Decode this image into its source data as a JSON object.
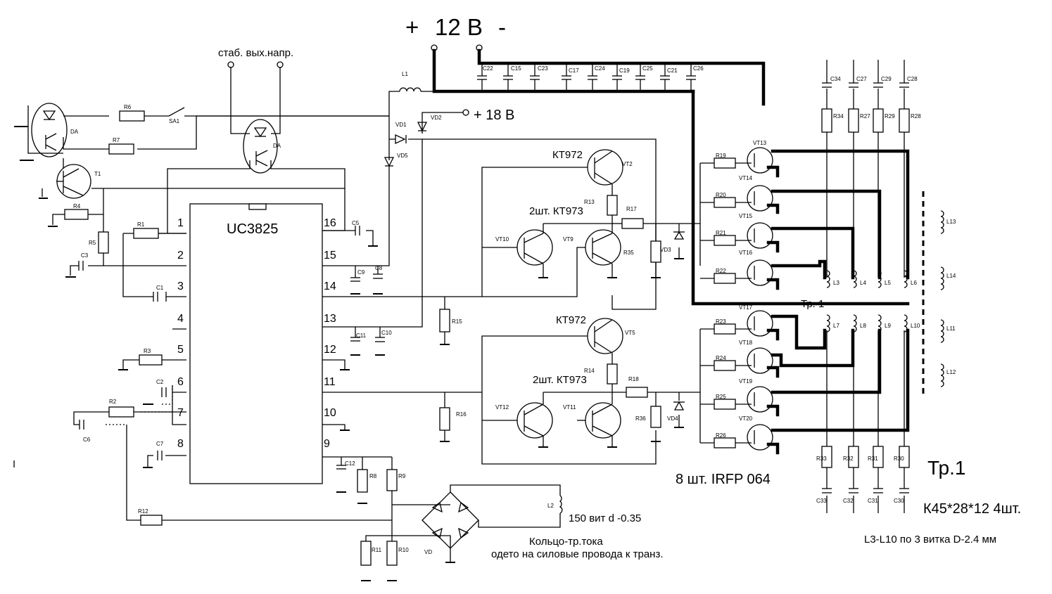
{
  "supply": {
    "plus": "+",
    "volts": "12 В",
    "minus": "-",
    "aux": "+ 18 В"
  },
  "labels": {
    "stab": "стаб. вых.напр.",
    "ic": "UC3825",
    "kt972_top": "КТ972",
    "kt973_top": "2шт. КТ973",
    "kt972_bot": "КТ972",
    "kt973_bot": "2шт. КТ973",
    "mosfets": "8 шт. IRFP 064",
    "tr": "Тр.1",
    "tr_small": "Тр. 1",
    "core": "К45*28*12  4шт.",
    "windings": "L3-L10 по 3 витка D-2.4 мм",
    "l2_turns": "150 вит d -0.35",
    "ct_line1": "Кольцо-тр.тока",
    "ct_line2": "одето на силовые провода к транз."
  },
  "ic_pins": {
    "left": [
      "1",
      "2",
      "3",
      "4",
      "5",
      "6",
      "7",
      "8"
    ],
    "right": [
      "16",
      "15",
      "14",
      "13",
      "12",
      "11",
      "10",
      "9"
    ]
  },
  "refs": {
    "r1": "R1",
    "r2": "R2",
    "r3": "R3",
    "r4": "R4",
    "r5": "R5",
    "r6": "R6",
    "r7": "R7",
    "r8": "R8",
    "r9": "R9",
    "r10": "R10",
    "r11": "R11",
    "r12": "R12",
    "r13": "R13",
    "r14": "R14",
    "r15": "R15",
    "r16": "R16",
    "r17": "R17",
    "r18": "R18",
    "r19": "R19",
    "r20": "R20",
    "r21": "R21",
    "r22": "R22",
    "r23": "R23",
    "r24": "R24",
    "r25": "R25",
    "r26": "R26",
    "r27": "R27",
    "r28": "R28",
    "r29": "R29",
    "r30": "R30",
    "r31": "R31",
    "r32": "R32",
    "r33": "R33",
    "r34": "R34",
    "r35": "R35",
    "r36": "R36",
    "c1": "C1",
    "c2": "C2",
    "c3": "C3",
    "c5": "C5",
    "c6": "C6",
    "c7": "C7",
    "c8": "C8",
    "c9": "C9",
    "c10": "C10",
    "c11": "C11",
    "c12": "C12",
    "c15": "C15",
    "c17": "C17",
    "c19": "C19",
    "c21": "C21",
    "c22": "C22",
    "c23": "C23",
    "c24": "C24",
    "c25": "C25",
    "c26": "C26",
    "c27": "C27",
    "c28": "C28",
    "c29": "C29",
    "c30": "C30",
    "c31": "C31",
    "c32": "C32",
    "c33": "C33",
    "c34": "C34",
    "l1": "L1",
    "l2": "L2",
    "l3": "L3",
    "l4": "L4",
    "l5": "L5",
    "l6": "L6",
    "l7": "L7",
    "l8": "L8",
    "l9": "L9",
    "l10": "L10",
    "l11": "L11",
    "l12": "L12",
    "l13": "L13",
    "l14": "L14",
    "vd1": "VD1",
    "vd2": "VD2",
    "vd3": "VD3",
    "vd4": "VD4",
    "vd5": "VD5",
    "vd": "VD",
    "da1": "DA",
    "da2": "DA",
    "t1": "T1",
    "sa1": "SA1",
    "vt2": "VT2",
    "vt5": "VT5",
    "vt9": "VT9",
    "vt10": "VT10",
    "vt11": "VT11",
    "vt12": "VT12",
    "vt13": "VT13",
    "vt14": "VT14",
    "vt15": "VT15",
    "vt16": "VT16",
    "vt17": "VT17",
    "vt18": "VT18",
    "vt19": "VT19",
    "vt20": "VT20"
  }
}
